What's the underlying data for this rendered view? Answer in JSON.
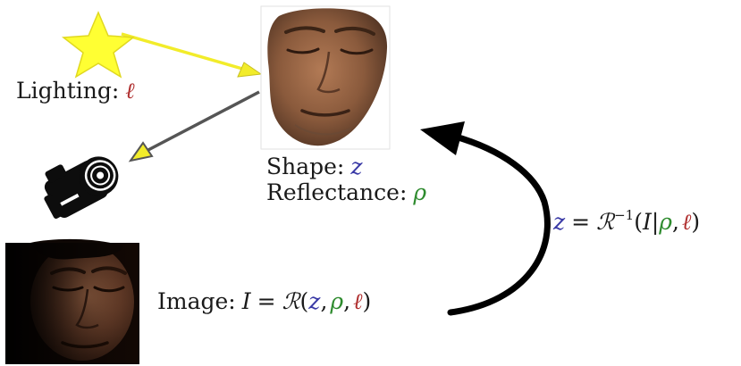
{
  "lighting": {
    "label": "Lighting:",
    "symbol": "ℓ"
  },
  "shape": {
    "label": "Shape:",
    "symbol": "z"
  },
  "reflectance": {
    "label": "Reflectance:",
    "symbol": "ρ"
  },
  "image_eq": {
    "label": "Image:",
    "I": "I",
    "equals": "=",
    "R": "ℛ",
    "open": "(",
    "z": "z",
    "comma1": ",",
    "rho": "ρ",
    "comma2": ",",
    "ell": "ℓ",
    "close": ")"
  },
  "inverse_eq": {
    "z": "z",
    "equals": "=",
    "R": "ℛ",
    "exponent": "−1",
    "open": "(",
    "I": "I",
    "bar": "|",
    "rho": "ρ",
    "comma": ",",
    "ell": "ℓ",
    "close": ")"
  },
  "icons": {
    "light": "star-light-icon",
    "camera": "camera-icon"
  },
  "colors": {
    "light_ray": "#f2ec2a",
    "star_fill": "#ffff33",
    "camera_ray": "#555555",
    "shape_symbol": "#3a3aa6",
    "reflectance_symbol": "#2e8b2e",
    "lighting_symbol": "#b03030",
    "text": "#1a1a1a"
  }
}
